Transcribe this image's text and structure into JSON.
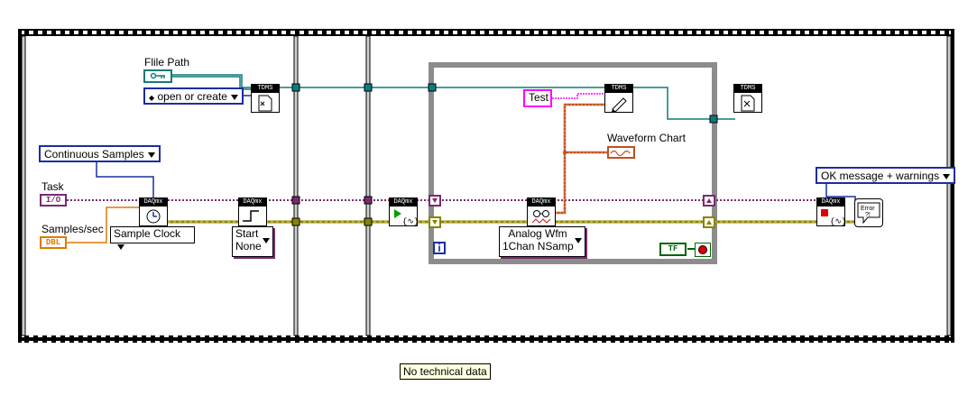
{
  "controls": {
    "file_path": "Flile Path",
    "open_mode": "open or create",
    "sample_mode": "Continuous Samples",
    "task": "Task",
    "task_tag": "I/O",
    "rate": "Samples/sec",
    "rate_tag": "DBL",
    "sample_clock": "Sample Clock",
    "trigger_line1": "Start",
    "trigger_line2": "None",
    "test_constant": "Test",
    "waveform_chart": "Waveform Chart",
    "read_line1": "Analog Wfm",
    "read_line2": "1Chan NSamp",
    "stop_tag": "TF",
    "error_mode": "OK message + warnings",
    "loop_index": "i"
  },
  "nodes": {
    "tdms": "TDMS",
    "daqmx": "DAQmx",
    "error_icon_text": "Error ?!"
  },
  "tooltip": "No technical data",
  "colors": {
    "frame_fill": "#cfcfcf",
    "loop_gray": "#8c8c8c",
    "path_wire": "#0f7c7c",
    "task_wire": "#7a2a6e",
    "error_wire": "#8a8200",
    "dbl_wire": "#e07a00",
    "string_wire": "#ff00ff",
    "ring_blue": "#1a2ea0",
    "bool_green": "#006400"
  }
}
